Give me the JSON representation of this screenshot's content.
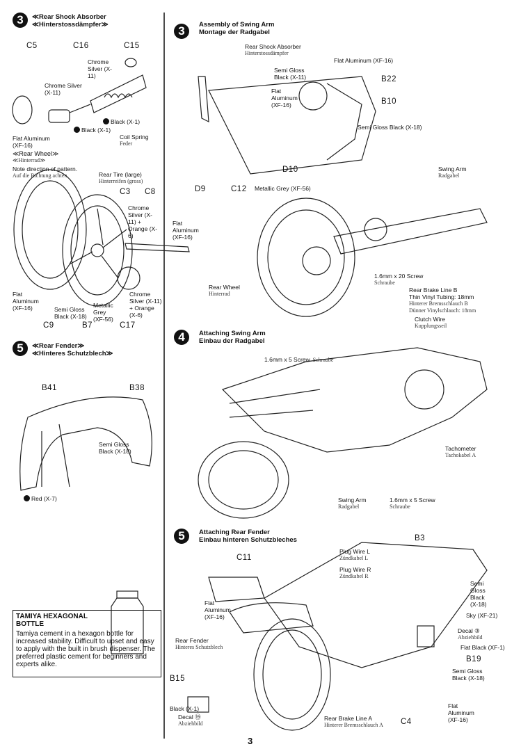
{
  "left": {
    "step3": {
      "num": "3",
      "title": "≪Rear Shock Absorber",
      "title_de": "≪Hinterstossdämpfer≫"
    },
    "shock_parts": {
      "c5": "C5",
      "c16": "C16",
      "c15": "C15"
    },
    "shock_labels": {
      "chrome_silver_a": "Chrome Silver (X-11)",
      "chrome_silver_b": "Chrome Silver (X-11)",
      "black_a": "Black (X-1)",
      "black_b": "Black (X-1)",
      "coil_spring": "Coil Spring",
      "coil_spring_de": "Feder",
      "flat_alu": "Flat Aluminum (XF-16)"
    },
    "wheel_title": "≪Rear Wheel≫",
    "wheel_title_de": "≪Hinterrad≫",
    "note": "Note direction of pattern.",
    "note_de": "Auf die Richtung achten.",
    "rear_tire": "Rear Tire (large)",
    "rear_tire_de": "Hinterreifen (gross)",
    "wheel_parts": {
      "c3": "C3",
      "c8": "C8",
      "c9": "C9",
      "b7": "B7",
      "c17": "C17"
    },
    "wheel_labels": {
      "chrome_orange_a": "Chrome Silver (X-11) + Orange (X-6)",
      "flat_alu_a": "Flat Aluminum (XF-16)",
      "flat_alu_b": "Flat Aluminum (XF-16)",
      "semi_gloss_black": "Semi Gloss Black (X-18)",
      "metallic_grey": "Metallic Grey (XF-56)",
      "chrome_orange_b": "Chrome Silver (X-11) + Orange (X-6)"
    },
    "step5": {
      "num": "5",
      "title": "≪Rear Fender≫",
      "title_de": "≪Hinteres Schutzblech≫"
    },
    "fender_parts": {
      "b41": "B41",
      "b38": "B38"
    },
    "fender_labels": {
      "semi_gloss_black": "Semi Gloss Black (X-18)",
      "red": "Red (X-7)"
    },
    "tip": {
      "title": "TAMIYA HEXAGONAL BOTTLE",
      "body": "Tamiya cement in a hexagon bottle for increased stability. Difficult to upset and easy to apply with the built in brush dispenser. The preferred plastic cement for beginners and experts alike."
    }
  },
  "right": {
    "step3": {
      "num": "3",
      "title": "Assembly of Swing Arm",
      "title_de": "Montage der Radgabel"
    },
    "swing_labels": {
      "rear_shock": "Rear Shock Absorber",
      "rear_shock_de": "Hinterstossdämpfer",
      "flat_alu": "Flat Aluminum (XF-16)",
      "semi_gloss": "Semi Gloss Black (X-11)",
      "flat_alu_b": "Flat Aluminum (XF-16)",
      "semi_gloss_b": "Semi Gloss Black (X-18)",
      "metallic_grey": "Metallic Grey (XF-56)",
      "swing_arm": "Swing Arm",
      "swing_arm_de": "Radgabel",
      "screw_20": "1.6mm x 20 Screw",
      "screw_de": "Schraube",
      "brake_line_b": "Rear Brake Line B",
      "tubing": "Thin Vinyl Tubing: 18mm",
      "brake_line_b_de": "Hinterer Bremsschlauch B",
      "tubing_de": "Dünner Vinylschlauch: 18mm",
      "clutch": "Clutch Wire",
      "clutch_de": "Kupplungsseil",
      "rear_wheel": "Rear Wheel",
      "rear_wheel_de": "Hinterrad"
    },
    "swing_parts": {
      "b22": "B22",
      "b10": "B10",
      "d10": "D10",
      "d9": "D9",
      "c12": "C12"
    },
    "step4": {
      "num": "4",
      "title": "Attaching Swing Arm",
      "title_de": "Einbau der Radgabel"
    },
    "attach_labels": {
      "screw_5": "1.6mm x 5 Screw",
      "screw_de": "Schraube",
      "tacho": "Tachometer",
      "tacho_de": "Tachokabel A",
      "swing_arm": "Swing Arm",
      "swing_arm_de": "Radgabel",
      "screw_5b": "1.6mm x 5 Screw",
      "screw_de_b": "Schraube"
    },
    "step5": {
      "num": "5",
      "title": "Attaching Rear Fender",
      "title_de": "Einbau hinteren Schutzbleches"
    },
    "fender_parts": {
      "b3": "B3",
      "c11": "C11",
      "b19": "B19",
      "b15": "B15",
      "c4": "C4"
    },
    "fender_labels": {
      "plug_l": "Plug Wire L",
      "plug_l_de": "Zündkabel L",
      "plug_r": "Plug Wire R",
      "plug_r_de": "Zündkabel R",
      "semi_gloss": "Semi Gloss Black (X-18)",
      "flat_alu": "Flat Aluminum (XF-16)",
      "sky": "Sky (XF-21)",
      "decal3": "Decal ③",
      "decal_de": "Abziehbild",
      "flat_black": "Flat Black (XF-1)",
      "rear_fender": "Rear Fender",
      "rear_fender_de": "Hinteres Schutzblech",
      "semi_gloss_b": "Semi Gloss Black (X-18)",
      "black": "Black (X-1)",
      "decal19": "Decal ⑲",
      "decal19_de": "Abziehbild",
      "brake_line_a": "Rear Brake Line A",
      "brake_line_a_de": "Hinterer Bremsschlauch A",
      "flat_alu_b": "Flat Aluminum (XF-16)"
    }
  },
  "page_number": "3"
}
